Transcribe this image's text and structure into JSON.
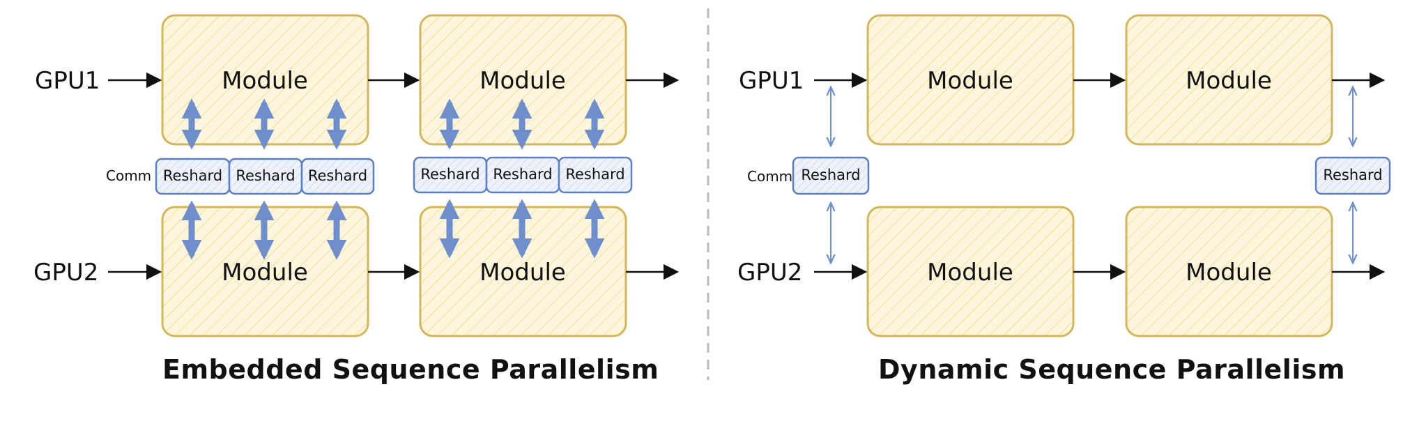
{
  "left_panel": {
    "title": "Embedded Sequence Parallelism",
    "gpu_labels": [
      "GPU1",
      "GPU2"
    ],
    "comm_label": "Comm",
    "module_label": "Module",
    "reshard_label": "Reshard"
  },
  "right_panel": {
    "title": "Dynamic Sequence Parallelism",
    "gpu_labels": [
      "GPU1",
      "GPU2"
    ],
    "comm_label": "Comm",
    "module_label": "Module",
    "reshard_label": "Reshard"
  },
  "colors": {
    "module_fill": "#fdf6dc",
    "module_stroke": "#d4b65a",
    "reshard_fill": "#e8eef8",
    "reshard_stroke": "#5b7fbf",
    "arrow_blue": "#6f8fcc",
    "divider": "#bbbbbb"
  }
}
